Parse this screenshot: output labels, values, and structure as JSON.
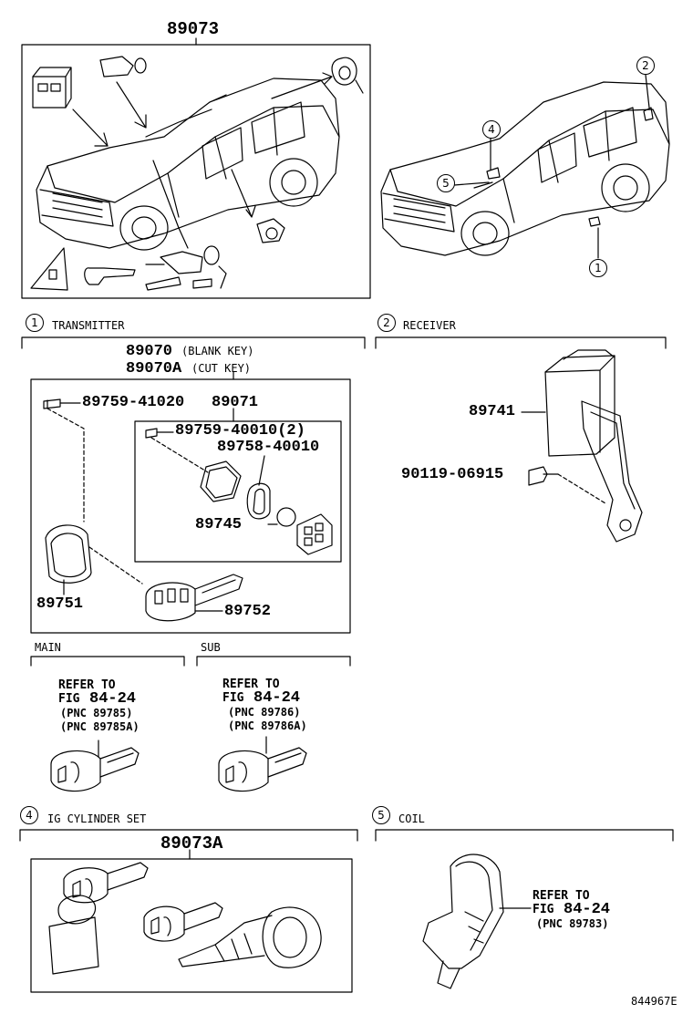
{
  "header": {
    "part_number": "89073"
  },
  "callouts": {
    "c1": "1",
    "c2": "2",
    "c4": "4",
    "c5": "5"
  },
  "sections": {
    "transmitter": {
      "index": "1",
      "title": "TRANSMITTER",
      "pn_blank": "89070",
      "blank_note": "(BLANK KEY)",
      "pn_cut": "89070A",
      "cut_note": "(CUT KEY)",
      "screw": "89759-41020",
      "pn_inner": "89071",
      "inner_screw": "89759-40010(2)",
      "inner_seal": "89758-40010",
      "inner_button": "89745",
      "case": "89751",
      "key": "89752"
    },
    "receiver": {
      "index": "2",
      "title": "RECEIVER",
      "unit": "89741",
      "bolt": "90119-06915"
    },
    "main": {
      "title": "MAIN",
      "line1": "REFER TO",
      "line2a": "FIG ",
      "line2b": "84-24",
      "line3": "(PNC 89785)",
      "line4": "(PNC 89785A)"
    },
    "sub": {
      "title": "SUB",
      "line1": "REFER TO",
      "line2a": "FIG ",
      "line2b": "84-24",
      "line3": "(PNC 89786)",
      "line4": "(PNC 89786A)"
    },
    "ig_cylinder": {
      "index": "4",
      "title": "IG CYLINDER SET",
      "part_number": "89073A"
    },
    "coil": {
      "index": "5",
      "title": "COIL",
      "line1": "REFER TO",
      "line2a": "FIG ",
      "line2b": "84-24",
      "line3": "(PNC 89783)"
    }
  },
  "footer": {
    "code": "844967E"
  }
}
